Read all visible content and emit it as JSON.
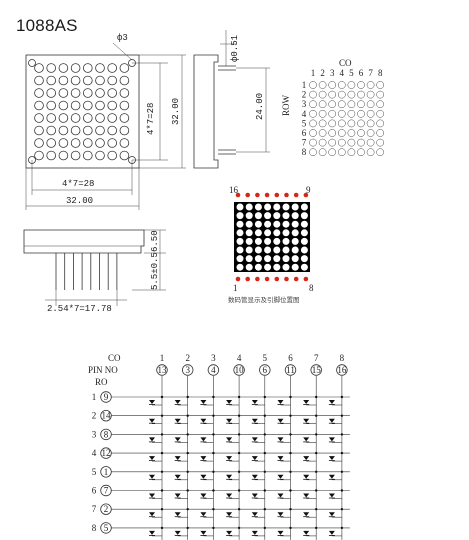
{
  "title": "1088AS",
  "dimensions": {
    "hole_dia": "ф3",
    "pin_dia": "ф0.51",
    "pitch_v": "4*7=28",
    "pitch_h": "4*7=28",
    "height_total": "32.00",
    "width_total": "32.00",
    "height_pins": "24.00",
    "body_depth": "6.50",
    "pin_length": "5.5±0.5",
    "pin_span": "2.54*7=17.78"
  },
  "side_label": "ROW",
  "grid_co_label": "CO",
  "grid_columns": [
    "1",
    "2",
    "3",
    "4",
    "5",
    "6",
    "7",
    "8"
  ],
  "grid_rows": [
    "1",
    "2",
    "3",
    "4",
    "5",
    "6",
    "7",
    "8"
  ],
  "pinout": {
    "corner_tl": "16",
    "corner_tr": "9",
    "corner_bl": "1",
    "corner_br": "8",
    "caption": "数码管显示及引脚位置图"
  },
  "schematic": {
    "co_label": "CO",
    "pin_no_label": "PIN NO",
    "ro_label": "RO",
    "col_numbers": [
      "1",
      "2",
      "3",
      "4",
      "5",
      "6",
      "7",
      "8"
    ],
    "col_pins": [
      "13",
      "3",
      "4",
      "10",
      "6",
      "11",
      "15",
      "16"
    ],
    "row_numbers": [
      "1",
      "2",
      "3",
      "4",
      "5",
      "6",
      "7",
      "8"
    ],
    "row_pins": [
      "9",
      "14",
      "8",
      "12",
      "1",
      "7",
      "2",
      "5"
    ]
  },
  "colors": {
    "line": "#333333",
    "led_red": "#d8251a",
    "led_black": "#000000"
  }
}
